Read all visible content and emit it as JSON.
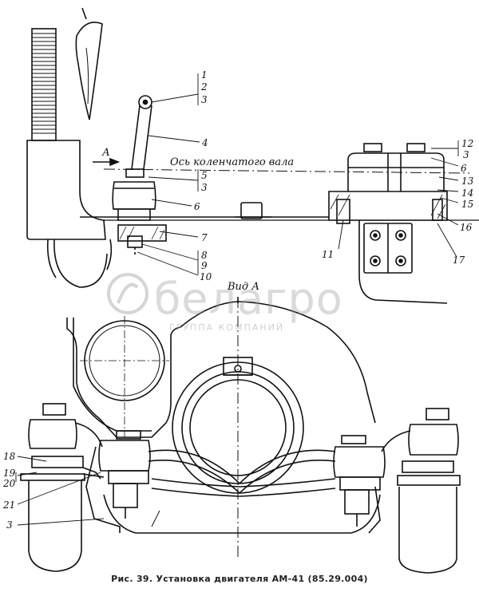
{
  "figure": {
    "caption": "Рис. 39. Установка двигателя АМ-41 (85.29.004)",
    "axis_label": "Ось коленчатого вала",
    "view_arrow_label": "А",
    "view_title": "Вид А"
  },
  "watermark": {
    "brand": "белагро",
    "subtitle": "ГРУППА КОМПАНИЙ"
  },
  "callouts": {
    "c1": "1",
    "c2": "2",
    "c3a": "3",
    "c4": "4",
    "c5": "5",
    "c3b": "3",
    "c6a": "6",
    "c7": "7",
    "c8": "8",
    "c9": "9",
    "c10": "10",
    "c11": "11",
    "c12": "12",
    "c3c": "3",
    "c6b": "6",
    "c13": "13",
    "c14": "14",
    "c15": "15",
    "c16": "16",
    "c17": "17",
    "c18": "18",
    "c19": "19",
    "c20": "20",
    "c21": "21",
    "c3d": "3"
  },
  "colors": {
    "ink": "#111111",
    "paper": "#ffffff",
    "watermark": "#969696"
  }
}
